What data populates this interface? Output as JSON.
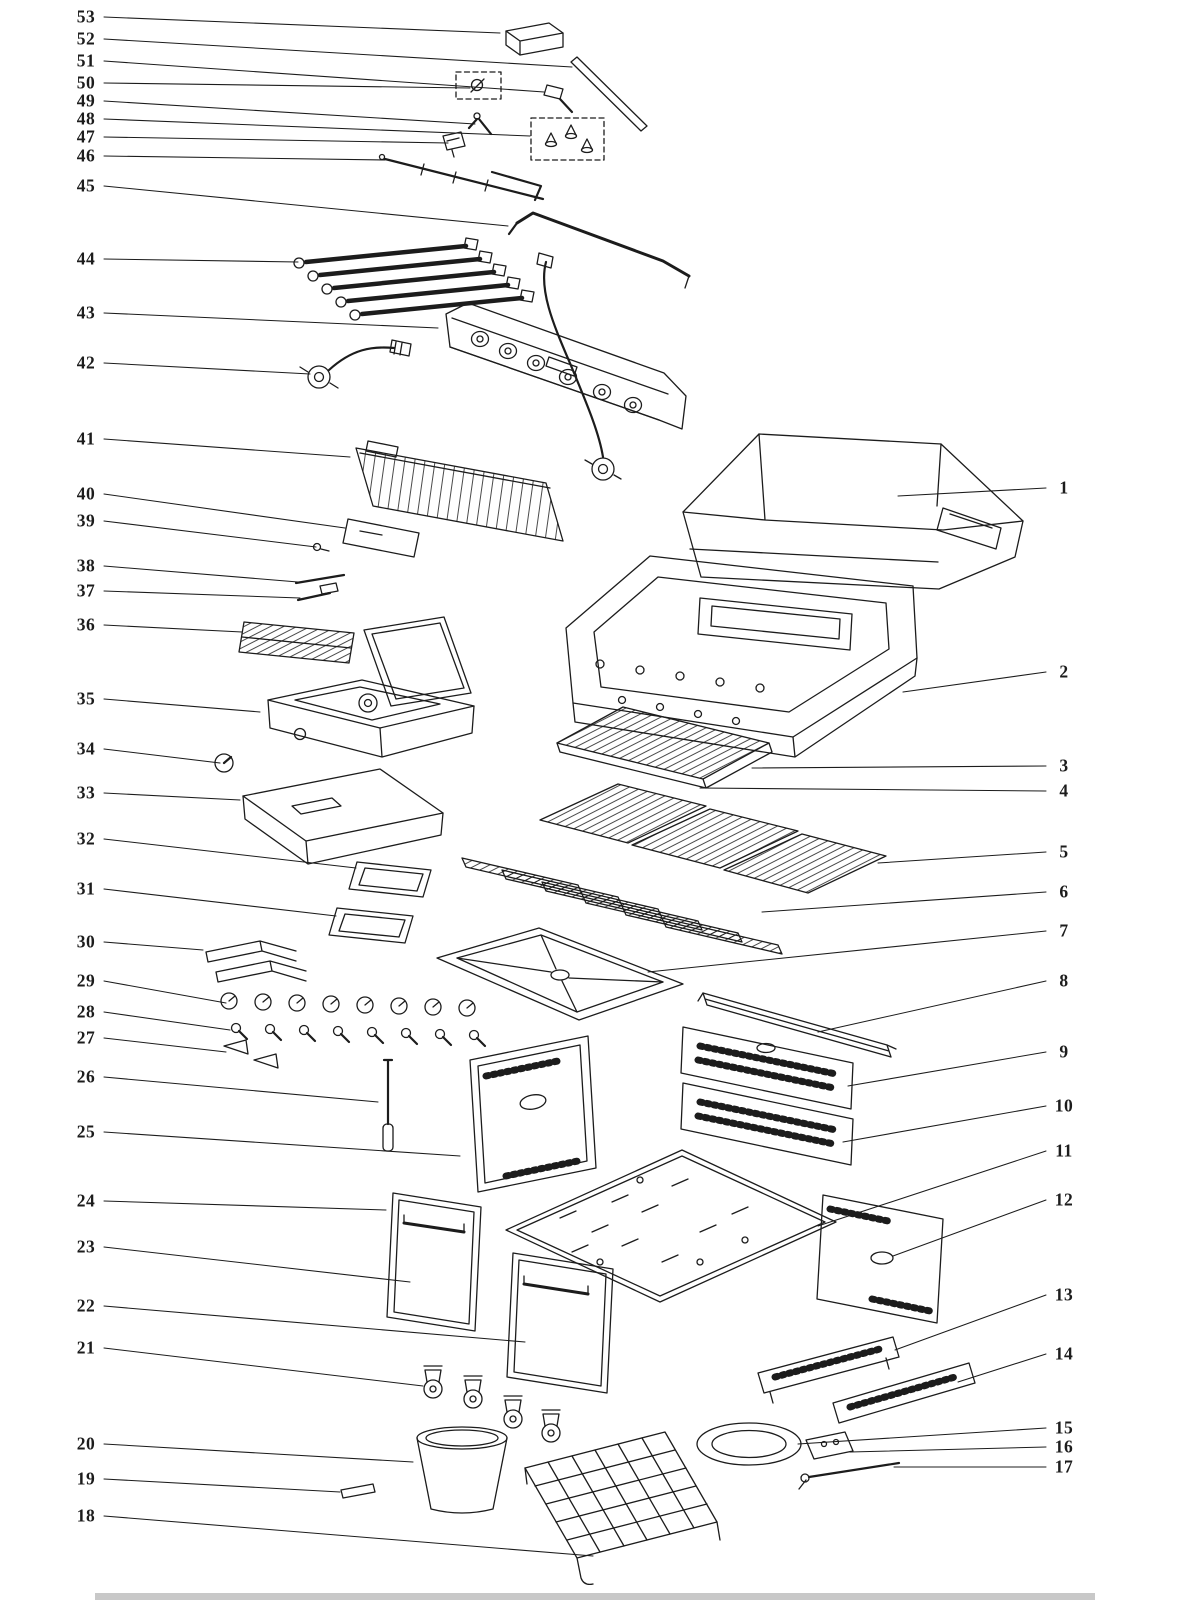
{
  "colors": {
    "ink": "#1c1c1c",
    "paper": "#ffffff"
  },
  "labels": {
    "left": [
      "53",
      "52",
      "51",
      "50",
      "49",
      "48",
      "47",
      "46",
      "45",
      "44",
      "43",
      "42",
      "41",
      "40",
      "39",
      "38",
      "37",
      "36",
      "35",
      "34",
      "33",
      "32",
      "31",
      "30",
      "29",
      "28",
      "27",
      "26",
      "25",
      "24",
      "23",
      "22",
      "21",
      "20",
      "19",
      "18"
    ],
    "right": [
      "1",
      "2",
      "3",
      "4",
      "5",
      "6",
      "7",
      "8",
      "9",
      "10",
      "11",
      "12",
      "13",
      "14",
      "15",
      "16",
      "17"
    ]
  }
}
